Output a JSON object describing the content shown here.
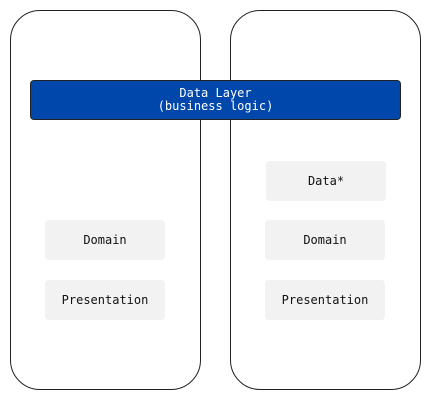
{
  "data_layer": {
    "line1": "Data Layer",
    "line2": "(business logic)",
    "color": "#0047ab"
  },
  "left_device": {
    "layers": {
      "domain": "Domain",
      "presentation": "Presentation"
    }
  },
  "right_device": {
    "layers": {
      "data": "Data*",
      "domain": "Domain",
      "presentation": "Presentation"
    }
  }
}
